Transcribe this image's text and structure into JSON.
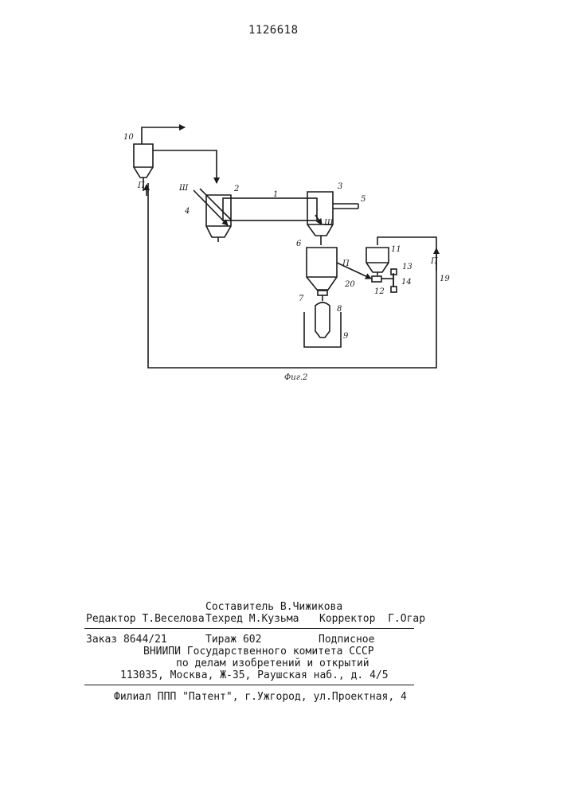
{
  "patent_number": "1126618",
  "figure": {
    "caption": "Фиг.2",
    "labels": {
      "n1": "1",
      "n2": "2",
      "n3": "3",
      "n4": "4",
      "n5": "5",
      "n6": "6",
      "n7": "7",
      "n8": "8",
      "n9": "9",
      "n10": "10",
      "n11": "11",
      "n12": "12",
      "n13": "13",
      "n14": "14",
      "n19": "19",
      "n20": "20",
      "p_left": "П",
      "p_mid": "П",
      "p_right": "П",
      "sh_left": "Ш",
      "sh_mid": "Ш"
    }
  },
  "footer": {
    "compiler": "Составитель В.Чижикова",
    "editor": "Редактор Т.Веселова",
    "techred": "Техред М.Кузьма",
    "corrector": "Корректор  Г.Огар",
    "order": "Заказ 8644/21",
    "circulation": "Тираж 602",
    "subscription": "Подписное",
    "org_line1": "ВНИИПИ Государственного комитета СССР",
    "org_line2": "по делам изобретений и открытий",
    "address": "113035, Москва, Ж-35, Раушская наб., д. 4/5",
    "branch": "Филиал ППП \"Патент\", г.Ужгород, ул.Проектная, 4"
  }
}
